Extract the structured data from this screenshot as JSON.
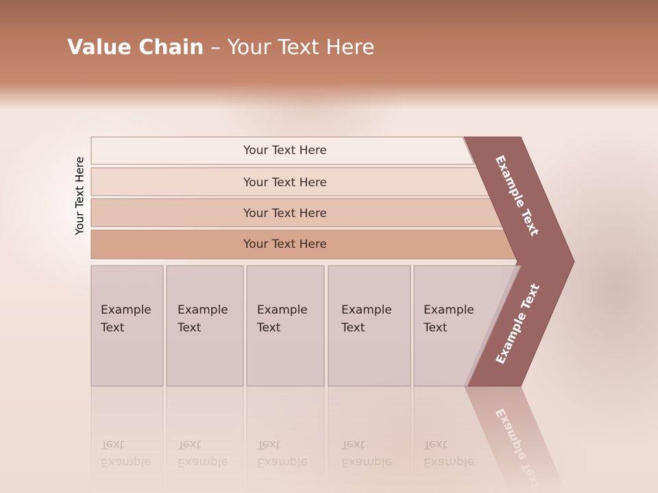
{
  "slide": {
    "title_bold": "Value Chain",
    "title_rest": " – Your Text Here",
    "side_label": "Your Text Here"
  },
  "bars": [
    {
      "label": "Your Text Here",
      "color": "#f7ebe6"
    },
    {
      "label": "Your Text Here",
      "color": "#efd9cf"
    },
    {
      "label": "Your Text Here",
      "color": "#e5c3b3"
    },
    {
      "label": "Your Text Here",
      "color": "#d7a68e"
    }
  ],
  "chevron": {
    "top_label": "Example Text",
    "bottom_label": "Example Text",
    "color": "#9a6664"
  },
  "boxes": [
    {
      "line1": "Example",
      "line2": "Text"
    },
    {
      "line1": "Example",
      "line2": "Text"
    },
    {
      "line1": "Example",
      "line2": "Text"
    },
    {
      "line1": "Example",
      "line2": "Text"
    },
    {
      "line1": "Example",
      "line2": "Text"
    }
  ],
  "colors": {
    "title_band": "#b97a60",
    "box_fill": "#d5c1c1",
    "box_stroke": "#a89393"
  }
}
